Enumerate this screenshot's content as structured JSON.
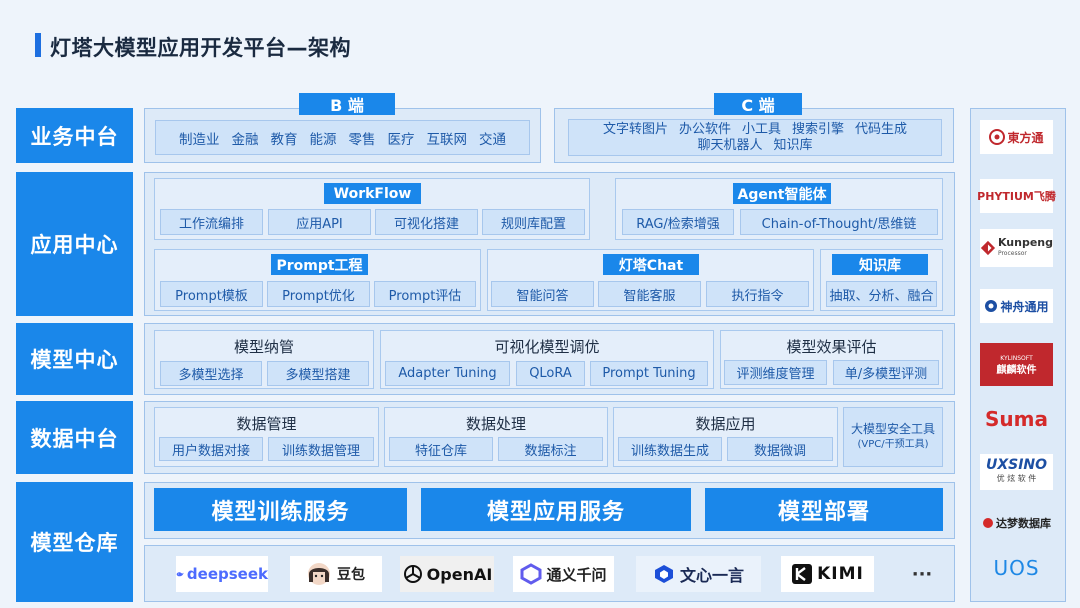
{
  "page_title": "灯塔大模型应用开发平台—架构",
  "layers": {
    "business": "业务中台",
    "application": "应用中心",
    "model": "模型中心",
    "data": "数据中台",
    "warehouse": "模型仓库"
  },
  "b_end": {
    "header": "B 端",
    "items": [
      "制造业",
      "金融",
      "教育",
      "能源",
      "零售",
      "医疗",
      "互联网",
      "交通"
    ]
  },
  "c_end": {
    "header": "C 端",
    "line1": [
      "文字转图片",
      "办公软件",
      "小工具",
      "搜索引擎",
      "代码生成"
    ],
    "line2": [
      "聊天机器人",
      "知识库"
    ]
  },
  "workflow": {
    "header": "WorkFlow",
    "items": [
      "工作流编排",
      "应用API",
      "可视化搭建",
      "规则库配置"
    ]
  },
  "agent": {
    "header": "Agent智能体",
    "items": [
      "RAG/检索增强",
      "Chain-of-Thought/思维链"
    ]
  },
  "prompt": {
    "header": "Prompt工程",
    "items": [
      "Prompt模板",
      "Prompt优化",
      "Prompt评估"
    ]
  },
  "chat": {
    "header": "灯塔Chat",
    "items": [
      "智能问答",
      "智能客服",
      "执行指令"
    ]
  },
  "kb": {
    "header": "知识库",
    "items": [
      "抽取、分析、融合"
    ]
  },
  "model_mgmt": {
    "title": "模型纳管",
    "items": [
      "多模型选择",
      "多模型搭建"
    ]
  },
  "model_tune": {
    "title": "可视化模型调优",
    "items": [
      "Adapter Tuning",
      "QLoRA",
      "Prompt Tuning"
    ]
  },
  "model_eval": {
    "title": "模型效果评估",
    "items": [
      "评测维度管理",
      "单/多模型评测"
    ]
  },
  "data_mgmt": {
    "title": "数据管理",
    "items": [
      "用户数据对接",
      "训练数据管理"
    ]
  },
  "data_proc": {
    "title": "数据处理",
    "items": [
      "特征仓库",
      "数据标注"
    ]
  },
  "data_app": {
    "title": "数据应用",
    "items": [
      "训练数据生成",
      "数据微调"
    ]
  },
  "security": {
    "title": "大模型安全工具",
    "sub": "(VPC/干预工具)"
  },
  "services": [
    "模型训练服务",
    "模型应用服务",
    "模型部署"
  ],
  "providers": [
    "deepseek",
    "豆包",
    "OpenAI",
    "通义千问",
    "文心一言",
    "KIMI",
    "···"
  ],
  "partners": [
    {
      "text": "東方通",
      "color": "#c0282d"
    },
    {
      "text": "PHYTIUM飞腾",
      "color": "#c0282d"
    },
    {
      "text": "Kunpeng",
      "sub": "Processor",
      "color": "#c0282d"
    },
    {
      "text": "神舟通用",
      "color": "#1d4fa3"
    },
    {
      "text": "麒麟软件",
      "sub": "KYLINSOFT",
      "color": "#c0282d"
    },
    {
      "text": "Suma",
      "color": "#d42a2a"
    },
    {
      "text": "UXSINO",
      "sub": "优 炫 软 件",
      "color": "#1d4fa3"
    },
    {
      "text": "达梦数据库",
      "color": "#222222"
    },
    {
      "text": "UOS",
      "color": "#1e88e5"
    }
  ]
}
